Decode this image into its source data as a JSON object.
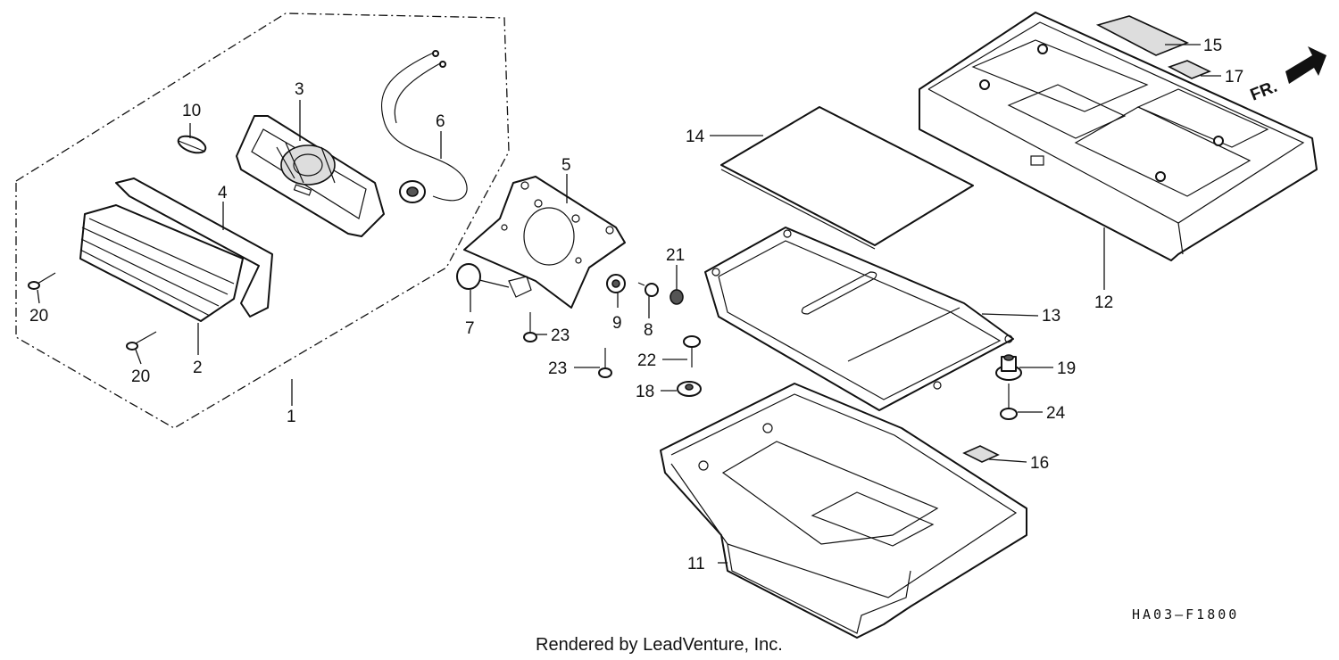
{
  "diagram": {
    "callouts": {
      "p1": "1",
      "p2": "2",
      "p3": "3",
      "p4": "4",
      "p5": "5",
      "p6": "6",
      "p7": "7",
      "p8": "8",
      "p9": "9",
      "p10": "10",
      "p11": "11",
      "p12": "12",
      "p13": "13",
      "p14": "14",
      "p15": "15",
      "p16": "16",
      "p17": "17",
      "p18": "18",
      "p19": "19",
      "p20a": "20",
      "p20b": "20",
      "p21": "21",
      "p22": "22",
      "p23a": "23",
      "p23b": "23",
      "p24": "24"
    },
    "direction_label": "FR.",
    "drawing_code": "HA03–F1800",
    "credit": "Rendered by LeadVenture, Inc."
  }
}
